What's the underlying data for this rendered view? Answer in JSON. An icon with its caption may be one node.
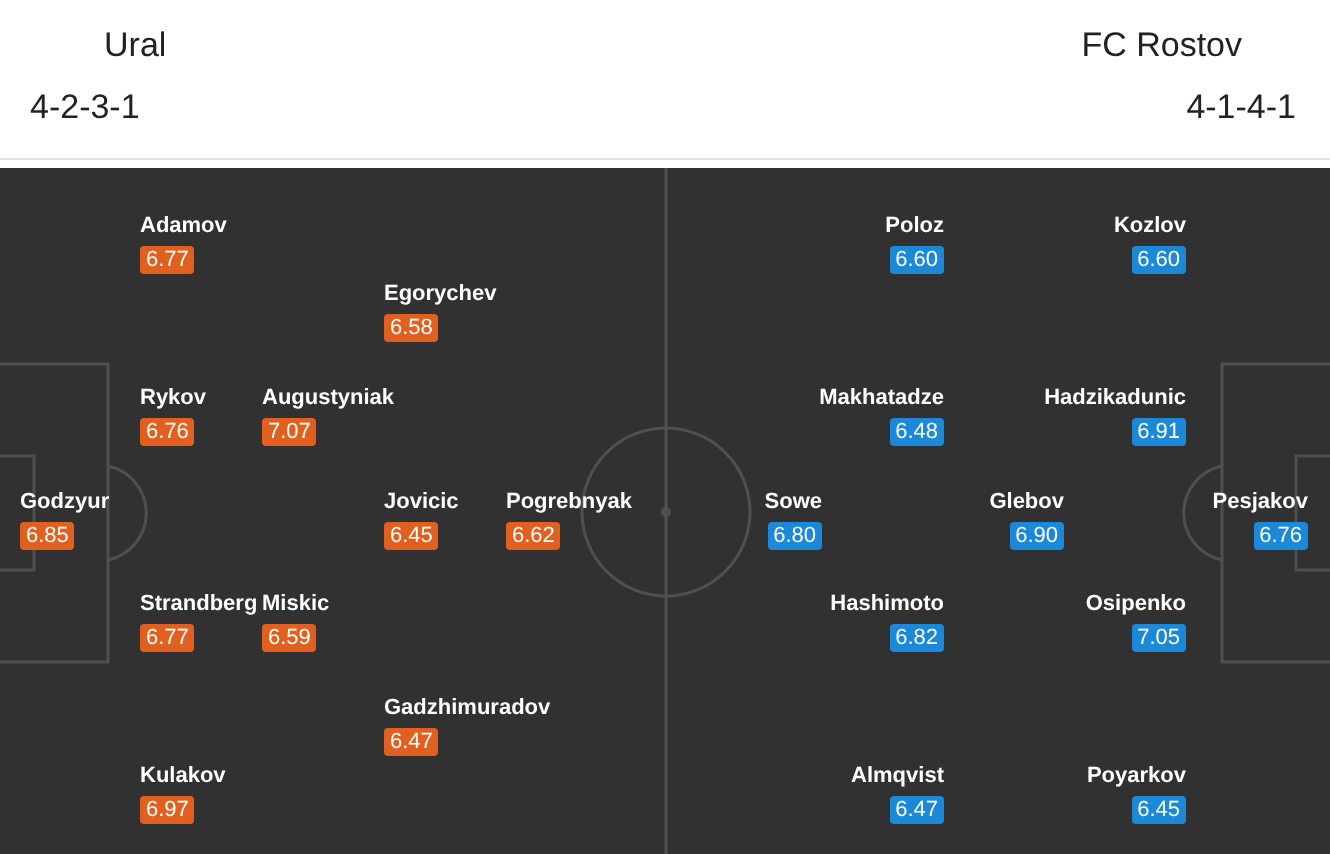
{
  "diagram": {
    "nodes": [
      {
        "text": [
          "6.77"
        ],
        "beside": [
          "Adamov"
        ]
      },
      {
        "text": [
          "6.58"
        ],
        "beside": [
          "Egorychev"
        ]
      },
      {
        "text": [
          "6.76"
        ],
        "beside": [
          "Rykov"
        ]
      },
      {
        "text": [
          "7.07"
        ],
        "beside": [
          "Augustyniak"
        ]
      },
      {
        "text": [
          "6.85"
        ],
        "beside": [
          "Godzyur"
        ]
      },
      {
        "text": [
          "6.45"
        ],
        "beside": [
          "Jovicic"
        ]
      },
      {
        "text": [
          "6.62"
        ],
        "beside": [
          "Pogrebnyak"
        ]
      },
      {
        "text": [
          "6.77"
        ],
        "beside": [
          "Strandberg"
        ]
      },
      {
        "text": [
          "6.59"
        ],
        "beside": [
          "Miskic"
        ]
      },
      {
        "text": [
          "6.47"
        ],
        "beside": [
          "Gadzhimuradov"
        ]
      },
      {
        "text": [
          "6.97"
        ],
        "beside": [
          "Kulakov"
        ]
      },
      {
        "text": [
          "6.60"
        ],
        "beside": [
          "Poloz"
        ]
      },
      {
        "text": [
          "6.60"
        ],
        "beside": [
          "Kozlov"
        ]
      },
      {
        "text": [
          "6.48"
        ],
        "beside": [
          "Makhatadze"
        ]
      },
      {
        "text": [
          "6.91"
        ],
        "beside": [
          "Hadzikadunic"
        ]
      },
      {
        "text": [
          "6.80"
        ],
        "beside": [
          "Sowe"
        ]
      },
      {
        "text": [
          "6.90"
        ],
        "beside": [
          "Glebov"
        ]
      },
      {
        "text": [
          "6.76"
        ],
        "beside": [
          "Pesjakov"
        ]
      },
      {
        "text": [
          "6.82"
        ],
        "beside": [
          "Hashimoto"
        ]
      },
      {
        "text": [
          "7.05"
        ],
        "beside": [
          "Osipenko"
        ]
      },
      {
        "text": [
          "6.47"
        ],
        "beside": [
          "Almqvist"
        ]
      },
      {
        "text": [
          "6.45"
        ],
        "beside": [
          "Poyarkov"
        ]
      }
    ],
    "labels": [
      "Ural",
      "FC Rostov",
      "4-2-3-1",
      "4-1-4-1"
    ]
  }
}
